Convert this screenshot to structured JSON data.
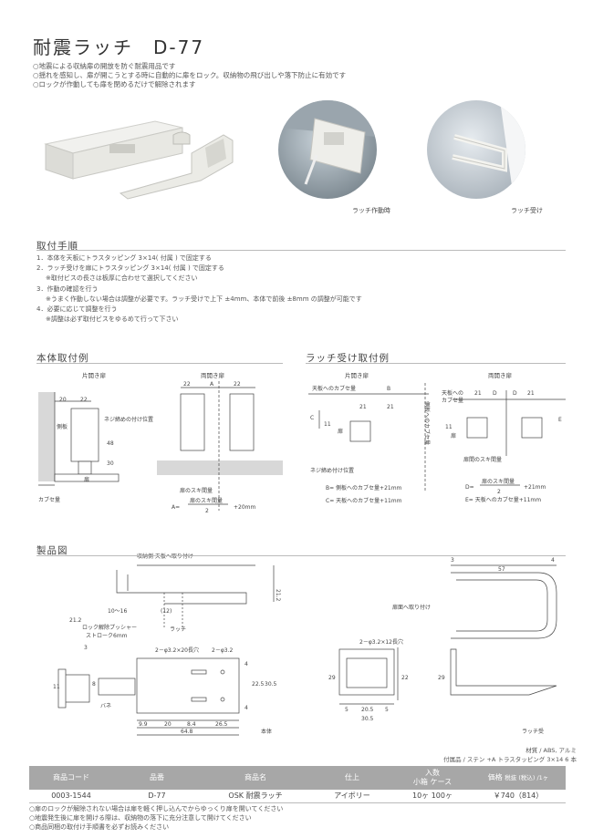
{
  "header": {
    "title": "耐震ラッチ",
    "code": "D-77"
  },
  "intro": [
    "○地震による収納扉の開放を防ぐ耐震用品です",
    "○揺れを感知し、扉が開こうとする時に自動的に扉をロック。収納物の飛び出しや落下防止に有効です",
    "○ロックが作動しても扉を閉めるだけで解除されます"
  ],
  "photos": {
    "caption_active": "ラッチ作動時",
    "caption_receiver": "ラッチ受け"
  },
  "install": {
    "heading": "取付手順",
    "steps": [
      {
        "text": "1．本体を天板にトラスタッピング 3×14( 付属 ) で固定する",
        "sub": false
      },
      {
        "text": "2．ラッチ受けを扉にトラスタッピング 3×14( 付属 ) で固定する",
        "sub": false
      },
      {
        "text": "※取付ビスの長さは板厚に合わせて選択してください",
        "sub": true
      },
      {
        "text": "3．作動の確認を行う",
        "sub": false
      },
      {
        "text": "※うまく作動しない場合は調整が必要です。ラッチ受けで上下 ±4mm、本体で前後 ±8mm の調整が可能です",
        "sub": true
      },
      {
        "text": "4．必要に応じて調整を行う",
        "sub": false
      },
      {
        "text": "※調整は必ず取付ビスをゆるめて行って下さい",
        "sub": true
      }
    ]
  },
  "mount_body": {
    "heading": "本体取付例",
    "single": "片開き扉",
    "double": "両開き扉",
    "labels": {
      "d20": "20",
      "d22": "22",
      "d22b": "22",
      "dA": "A",
      "d22c": "22",
      "d48": "48",
      "d30": "30",
      "side": "側板",
      "door": "扉",
      "fit": "カブセ量",
      "screw": "ネジ締めの付け位置",
      "gap": "扉のスキ間量",
      "formula_a": "A=",
      "formula_num": "扉のスキ間量",
      "formula_den": "2",
      "formula_plus": "+20mm"
    }
  },
  "mount_receiver": {
    "heading": "ラッチ受け取付例",
    "single": "片開き扉",
    "double": "両開き扉",
    "labels": {
      "top": "天板へのカブセ量",
      "side_fit": "側板へのカブセ量",
      "B": "B",
      "C": "C",
      "D": "D",
      "E": "E",
      "d21": "21",
      "d11": "11",
      "door": "扉",
      "screw": "ネジ締め付け位置",
      "gap": "扉間のスキ間量",
      "f_b": "B= 側板へのカブセ量+21mm",
      "f_c": "C= 天板へのカブセ量+11mm",
      "f_d1": "D=",
      "f_d_num": "扉のスキ間量",
      "f_d_den": "2",
      "f_d_plus": "+21mm",
      "f_e": "E= 天板へのカブセ量+11mm"
    }
  },
  "product": {
    "heading": "製品図",
    "top_label": "収納側  天板へ取り付け",
    "door_side": "扉面へ取り付け",
    "latch_label": "ラッチ",
    "lock_label": "ロック解除プッシャー",
    "stroke": "ストローク6mm",
    "spring": "バネ",
    "holes_body": "2－φ3.2×20長穴",
    "hole_round": "2－φ3.2",
    "holes_recv": "2－φ3.2×12長穴",
    "dims": {
      "d212": "21.2",
      "d10_16": "10〜16",
      "d12": "(12)",
      "d212b": "21.2",
      "d3": "3",
      "d11": "11",
      "d8": "8",
      "d4": "4",
      "d225": "22.5",
      "d305": "30.5",
      "d4b": "4",
      "d99": "9.9",
      "d20": "20",
      "d84": "8.4",
      "d265": "26.5",
      "d648": "64.8",
      "r3": "3",
      "r57": "57",
      "r4": "4",
      "r29": "29",
      "r22": "22",
      "r29b": "29",
      "r5": "5",
      "r205": "20.5",
      "r5b": "5",
      "r305": "30.5"
    },
    "caption_body": "本体",
    "caption_recv": "ラッチ受"
  },
  "material": {
    "line1": "材質 / ABS, アルミ",
    "line2": "付属品 / ステン +A トラスタッピング 3×14 6 本"
  },
  "table": {
    "headers": {
      "code": "商品コード",
      "model": "品番",
      "name": "商品名",
      "finish": "仕上",
      "qty_top": "入数",
      "qty_bottom": "小箱 ケース",
      "price_main": "価格",
      "price_note": "税抜 (税込) /1ヶ"
    },
    "row": {
      "code": "0003-1544",
      "model": "D-77",
      "name": "OSK 耐震ラッチ",
      "finish": "アイボリー",
      "qty": "10ヶ 100ヶ",
      "price": "￥740（814）"
    }
  },
  "warnings": [
    "○扉のロックが解除されない場合は扉を軽く押し込んでからゆっくり扉を開いてください",
    "○地震発生後に扉を開ける際は、収納物の落下に充分注意して開けてください",
    "○商品同梱の取付け手順書を必ずお読みください"
  ],
  "colors": {
    "ink": "#333333",
    "table_header": "#a7a7a7"
  }
}
